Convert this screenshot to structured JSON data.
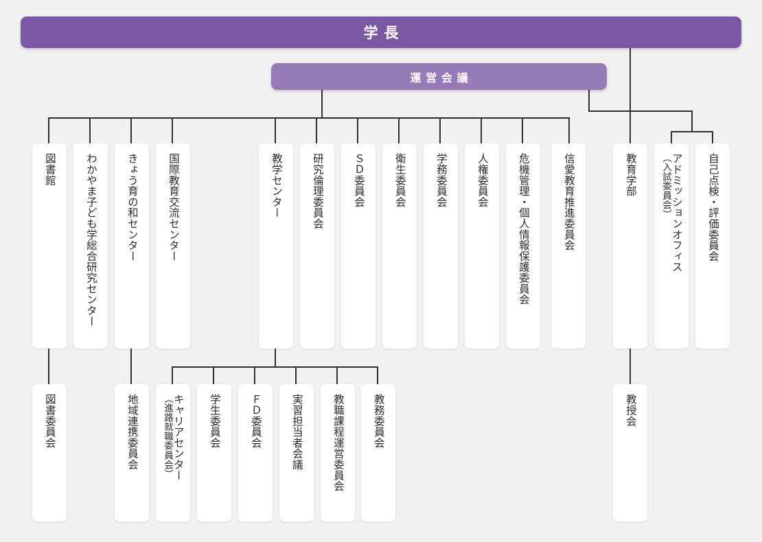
{
  "title": "大学組織図",
  "colors": {
    "background": "#f2f1f1",
    "primary": "#7a58a4",
    "secondary": "#977ab8",
    "node_fill": "#ffffff",
    "line": "#2e2e2e",
    "text": "#2b2b2b",
    "banner_text": "#ffffff"
  },
  "top": {
    "president": "学長",
    "management_meeting": "運営会議"
  },
  "main_row": [
    {
      "id": "library",
      "label": "図書館"
    },
    {
      "id": "wakayama-child",
      "label": "わかやま子ども学総合研究センター"
    },
    {
      "id": "kyoiku-no-wa",
      "label": "きょう育の和センター"
    },
    {
      "id": "intl-exchange",
      "label": "国際教育交流センター"
    },
    {
      "id": "teaching-center",
      "label": "教学センター"
    },
    {
      "id": "research-ethics",
      "label": "研究倫理委員会"
    },
    {
      "id": "sd-committee",
      "label": "ＳＤ委員会"
    },
    {
      "id": "hygiene-committee",
      "label": "衛生委員会"
    },
    {
      "id": "academic-affairs",
      "label": "学務委員会"
    },
    {
      "id": "human-rights",
      "label": "人権委員会"
    },
    {
      "id": "crisis-privacy",
      "label": "危機管理・個人情報保護委員会"
    },
    {
      "id": "shinai-education",
      "label": "信愛教育推進委員会"
    }
  ],
  "president_branch": [
    {
      "id": "faculty-education",
      "label": "教育学部"
    }
  ],
  "right_branch": [
    {
      "id": "admission-office",
      "label": "アドミッションオフィス",
      "sublabel": "（入試委員会）"
    },
    {
      "id": "self-evaluation",
      "label": "自己点検・評価委員会"
    }
  ],
  "sub_row_left": [
    {
      "id": "library-committee",
      "label": "図書委員会"
    },
    {
      "id": "regional-coop",
      "label": "地域連携委員会"
    }
  ],
  "sub_row_center": [
    {
      "id": "career-center",
      "label": "キャリアセンター",
      "sublabel": "（進路就職委員会）"
    },
    {
      "id": "student-committee",
      "label": "学生委員会"
    },
    {
      "id": "fd-committee",
      "label": "ＦＤ委員会"
    },
    {
      "id": "practicum-meeting",
      "label": "実習担当者会議"
    },
    {
      "id": "teacher-course",
      "label": "教職課程運営委員会"
    },
    {
      "id": "curriculum-cmte",
      "label": "教務委員会"
    }
  ],
  "faculty_branch": [
    {
      "id": "faculty-council",
      "label": "教授会"
    }
  ]
}
